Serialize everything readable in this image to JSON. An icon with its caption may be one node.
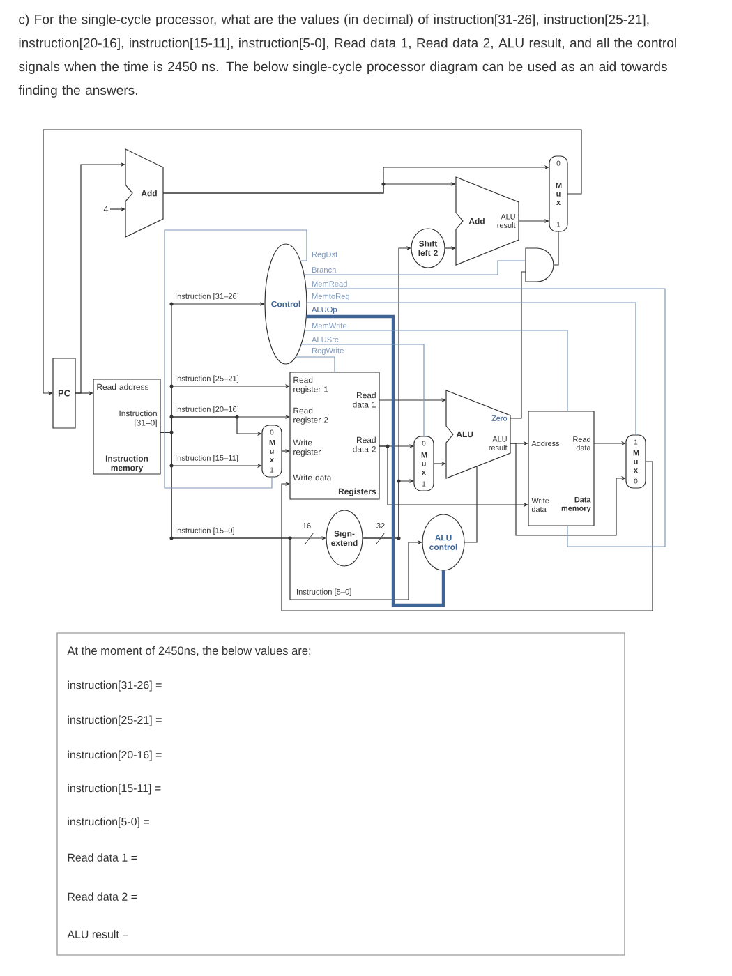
{
  "diagram": {
    "nodes": [
      {
        "text": [
          "PC"
        ]
      },
      {
        "text": [
          "4"
        ]
      },
      {
        "text": [
          "Add"
        ]
      },
      {
        "text": [
          "Read address",
          "Instruction [31–0]",
          "Instruction memory"
        ]
      },
      {
        "text": [
          "Control"
        ]
      },
      {
        "text": [
          "0",
          "M u x",
          "1"
        ]
      },
      {
        "text": [
          "Read register 1",
          "Read register 2",
          "Write register",
          "Write data",
          "Read data 1",
          "Read data 2",
          "Registers"
        ]
      },
      {
        "text": [
          "Sign-extend"
        ]
      },
      {
        "text": [
          "Shift left 2"
        ]
      },
      {
        "text": [
          "Add",
          "ALU result"
        ]
      },
      {
        "text": [
          "0",
          "M u x",
          "1"
        ]
      },
      {
        "text": [],
        "shape": "gate"
      },
      {
        "text": [
          "0",
          "M u x",
          "1"
        ]
      },
      {
        "text": [
          "ALU",
          "Zero",
          "ALU result"
        ]
      },
      {
        "text": [
          "ALU control"
        ]
      },
      {
        "text": [
          "Address",
          "Read data",
          "Write data",
          "Data memory"
        ]
      },
      {
        "text": [
          "1",
          "M u x",
          "0"
        ]
      },
      {
        "text": [
          "At the moment of 2450ns, the below values are:",
          "instruction[31-26] =",
          "instruction[25-21] =",
          "instruction[20-16] =",
          "instruction[15-11] =",
          "instruction[5-0] =",
          "Read data 1 =",
          "Read data 2 =",
          "ALU result ="
        ]
      }
    ],
    "edges": [
      {
        "from": 10,
        "to": 0,
        "arrow": "to"
      },
      {
        "from": 0,
        "to": 3,
        "arrow": "to"
      },
      {
        "from": 0,
        "to": 2,
        "arrow": "to"
      },
      {
        "from": 1,
        "to": 2,
        "arrow": "to"
      },
      {
        "from": 2,
        "to": 10,
        "arrow": "to"
      },
      {
        "from": 2,
        "to": 9,
        "arrow": "to"
      },
      {
        "from": 9,
        "to": 10,
        "arrow": "to"
      },
      {
        "from": 8,
        "to": 9,
        "arrow": "to"
      },
      {
        "from": 3,
        "to": 4,
        "arrow": "to",
        "label": "Instruction [31–26]"
      },
      {
        "from": 3,
        "to": 6,
        "arrow": "to",
        "label": "Instruction [25–21]"
      },
      {
        "from": 3,
        "to": 6,
        "arrow": "to",
        "label": "Instruction [20–16]"
      },
      {
        "from": 3,
        "to": 5,
        "arrow": "to"
      },
      {
        "from": 3,
        "to": 5,
        "arrow": "to",
        "label": "Instruction [15–11]"
      },
      {
        "from": 5,
        "to": 6,
        "arrow": "to"
      },
      {
        "from": 3,
        "to": 7,
        "arrow": "to",
        "label": "Instruction [15–0]"
      },
      {
        "from": 3,
        "to": 14,
        "arrow": "to",
        "label": "Instruction [5–0]"
      },
      {
        "from": 7,
        "to": 8,
        "arrow": "to"
      },
      {
        "from": 7,
        "to": 12,
        "arrow": "to"
      },
      {
        "from": 6,
        "to": 13,
        "arrow": "to"
      },
      {
        "from": 6,
        "to": 12,
        "arrow": "to"
      },
      {
        "from": 6,
        "to": 15,
        "arrow": "to"
      },
      {
        "from": 12,
        "to": 13,
        "arrow": "to"
      },
      {
        "from": 14,
        "to": 13,
        "arrow": "none"
      },
      {
        "from": 13,
        "to": 11,
        "arrow": "none"
      },
      {
        "from": 13,
        "to": 15,
        "arrow": "to"
      },
      {
        "from": 13,
        "to": 16,
        "arrow": "to"
      },
      {
        "from": 15,
        "to": 16,
        "arrow": "to"
      },
      {
        "from": 16,
        "to": 6,
        "arrow": "to"
      },
      {
        "from": 11,
        "to": 10,
        "arrow": "none"
      },
      {
        "from": 4,
        "to": 5,
        "arrow": "none",
        "label": "RegDst",
        "color": "#7e98bb"
      },
      {
        "from": 4,
        "to": 11,
        "arrow": "none",
        "label": "Branch",
        "color": "#7e98bb"
      },
      {
        "from": 4,
        "to": 15,
        "arrow": "none",
        "label": "MemRead",
        "color": "#7e98bb"
      },
      {
        "from": 4,
        "to": 16,
        "arrow": "none",
        "label": "MemtoReg",
        "color": "#7e98bb"
      },
      {
        "from": 4,
        "to": 14,
        "arrow": "none",
        "label": "ALUOp",
        "color": "#3f6496",
        "style": "thick"
      },
      {
        "from": 4,
        "to": 15,
        "arrow": "none",
        "label": "MemWrite",
        "color": "#7e98bb"
      },
      {
        "from": 4,
        "to": 12,
        "arrow": "none",
        "label": "ALUSrc",
        "color": "#7e98bb"
      },
      {
        "from": 4,
        "to": 6,
        "arrow": "none",
        "label": "RegWrite",
        "color": "#7e98bb"
      }
    ],
    "labels": [
      "c) For the single-cycle processor, what are the values (in decimal) of instruction[31-26], instruction[25-21], instruction[20-16], instruction[15-11], instruction[5-0], Read data 1, Read data 2, ALU result, and all the control signals when the time is 2450 ns. The below single-cycle processor diagram can be used as an aid towards finding the answers.",
      "16",
      "32"
    ]
  }
}
